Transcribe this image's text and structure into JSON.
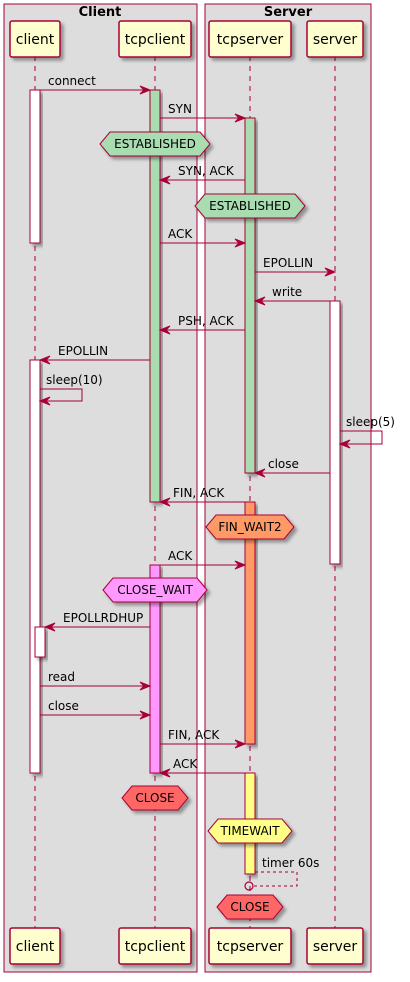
{
  "colors": {
    "line": "#A80036",
    "box_bg": "#DDDDDD",
    "participant_bg": "#FEFECE",
    "established": "#A9DCB0",
    "fin_wait": "#FF9966",
    "close_wait": "#FF99FF",
    "close": "#FF6666",
    "timewait": "#FFFF88",
    "white": "#FFFFFF"
  },
  "boxes": [
    {
      "id": "client-box",
      "title": "Client"
    },
    {
      "id": "server-box",
      "title": "Server"
    }
  ],
  "participants": [
    {
      "id": "client",
      "label": "client"
    },
    {
      "id": "tcpclient",
      "label": "tcpclient"
    },
    {
      "id": "tcpserver",
      "label": "tcpserver"
    },
    {
      "id": "server",
      "label": "server"
    }
  ],
  "messages": [
    {
      "label": "connect"
    },
    {
      "label": "SYN"
    },
    {
      "label": "SYN, ACK"
    },
    {
      "label": "ACK"
    },
    {
      "label": "EPOLLIN"
    },
    {
      "label": "write"
    },
    {
      "label": "PSH, ACK"
    },
    {
      "label": "EPOLLIN"
    },
    {
      "label": "sleep(10)"
    },
    {
      "label": "sleep(5)"
    },
    {
      "label": "close"
    },
    {
      "label": "FIN, ACK"
    },
    {
      "label": "ACK"
    },
    {
      "label": "EPOLLRDHUP"
    },
    {
      "label": "read"
    },
    {
      "label": "close"
    },
    {
      "label": "FIN, ACK"
    },
    {
      "label": "ACK"
    },
    {
      "label": "timer 60s"
    }
  ],
  "states": [
    {
      "label": "ESTABLISHED"
    },
    {
      "label": "ESTABLISHED"
    },
    {
      "label": "FIN_WAIT2"
    },
    {
      "label": "CLOSE_WAIT"
    },
    {
      "label": "CLOSE"
    },
    {
      "label": "TIMEWAIT"
    },
    {
      "label": "CLOSE"
    }
  ]
}
